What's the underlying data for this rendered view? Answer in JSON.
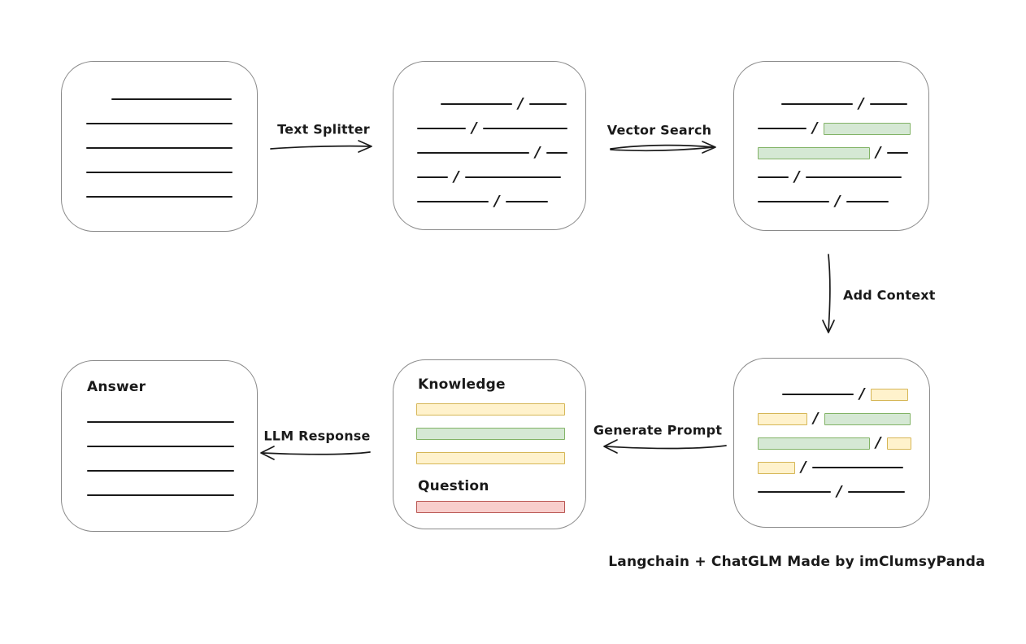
{
  "caption": "Langchain + ChatGLM Made by imClumsyPanda",
  "glyphs": {
    "slash": "/"
  },
  "colors": {
    "green_fill": "#d5e8d4",
    "green_border": "#82b366",
    "yellow_fill": "#fff2cc",
    "yellow_border": "#d6b656",
    "red_fill": "#f8cecc",
    "red_border": "#b85450",
    "line": "#1a1a1a",
    "box_border": "#8a8a8a"
  },
  "arrows": {
    "text_splitter": {
      "label": "Text Splitter"
    },
    "vector_search": {
      "label": "Vector Search"
    },
    "add_context": {
      "label": "Add Context"
    },
    "generate_prompt": {
      "label": "Generate Prompt"
    },
    "llm_response": {
      "label": "LLM Response"
    }
  },
  "boxes": {
    "document": {
      "lines": [
        {
          "indent": 31,
          "w": 148
        },
        {
          "w": 180
        },
        {
          "w": 180
        },
        {
          "w": 180
        },
        {
          "w": 180
        }
      ]
    },
    "split_text": {
      "rows": [
        {
          "indent": 29,
          "segments": [
            {
              "t": "line",
              "w": 88
            },
            {
              "t": "slash"
            },
            {
              "t": "line",
              "w": 46
            }
          ]
        },
        {
          "segments": [
            {
              "t": "line",
              "w": 60
            },
            {
              "t": "slash"
            },
            {
              "t": "line",
              "w": 104
            }
          ]
        },
        {
          "segments": [
            {
              "t": "line",
              "w": 138
            },
            {
              "t": "slash"
            },
            {
              "t": "line",
              "w": 26
            }
          ]
        },
        {
          "segments": [
            {
              "t": "line",
              "w": 38
            },
            {
              "t": "slash"
            },
            {
              "t": "line",
              "w": 118
            }
          ]
        },
        {
          "segments": [
            {
              "t": "line",
              "w": 88
            },
            {
              "t": "slash"
            },
            {
              "t": "line",
              "w": 52
            }
          ]
        }
      ]
    },
    "vector_matches": {
      "rows": [
        {
          "indent": 29,
          "segments": [
            {
              "t": "line",
              "w": 88
            },
            {
              "t": "slash"
            },
            {
              "t": "line",
              "w": 46
            }
          ]
        },
        {
          "segments": [
            {
              "t": "line",
              "w": 60
            },
            {
              "t": "slash"
            },
            {
              "t": "green",
              "w": 107
            }
          ]
        },
        {
          "segments": [
            {
              "t": "green",
              "w": 138
            },
            {
              "t": "slash"
            },
            {
              "t": "line",
              "w": 26
            }
          ]
        },
        {
          "segments": [
            {
              "t": "line",
              "w": 38
            },
            {
              "t": "slash"
            },
            {
              "t": "line",
              "w": 118
            }
          ]
        },
        {
          "segments": [
            {
              "t": "line",
              "w": 88
            },
            {
              "t": "slash"
            },
            {
              "t": "line",
              "w": 52
            }
          ]
        }
      ]
    },
    "context_chunks": {
      "rows": [
        {
          "indent": 30,
          "segments": [
            {
              "t": "line",
              "w": 88
            },
            {
              "t": "slash"
            },
            {
              "t": "yellow",
              "w": 46
            }
          ]
        },
        {
          "segments": [
            {
              "t": "yellow",
              "w": 61
            },
            {
              "t": "slash"
            },
            {
              "t": "green",
              "w": 106
            }
          ]
        },
        {
          "segments": [
            {
              "t": "green",
              "w": 138
            },
            {
              "t": "slash"
            },
            {
              "t": "yellow",
              "w": 30
            }
          ]
        },
        {
          "segments": [
            {
              "t": "yellow",
              "w": 46
            },
            {
              "t": "slash"
            },
            {
              "t": "line",
              "w": 112
            }
          ]
        },
        {
          "segments": [
            {
              "t": "line",
              "w": 90
            },
            {
              "t": "slash"
            },
            {
              "t": "line",
              "w": 70
            }
          ]
        }
      ]
    },
    "prompt": {
      "knowledge_label": "Knowledge",
      "question_label": "Question",
      "knowledge_bars": [
        {
          "c": "yellow"
        },
        {
          "c": "green"
        },
        {
          "c": "yellow"
        }
      ],
      "question_bars": [
        {
          "c": "red"
        }
      ]
    },
    "answer": {
      "label": "Answer",
      "lines": [
        {
          "w": 181
        },
        {
          "w": 181
        },
        {
          "w": 181
        },
        {
          "w": 181
        }
      ]
    }
  }
}
